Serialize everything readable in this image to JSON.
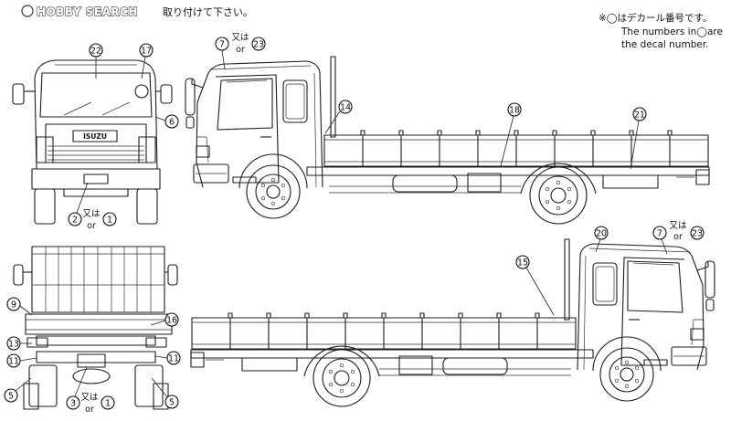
{
  "header": {
    "logo": "HOBBY SEARCH",
    "instruction": "取り付けて下さい。"
  },
  "note": {
    "jp": "※◯はデカール番号です。",
    "en_line1": "The numbers in◯are",
    "en_line2": "the decal number."
  },
  "alt": {
    "jp": "又は",
    "en": "or"
  },
  "front": {
    "grille_badge": "ISUZU"
  },
  "callouts": {
    "n1": "1",
    "n2": "2",
    "n3": "3",
    "n5": "5",
    "n6": "6",
    "n7": "7",
    "n9": "9",
    "n11": "11",
    "n13": "13",
    "n14": "14",
    "n15": "15",
    "n16": "16",
    "n17": "17",
    "n18": "18",
    "n20": "20",
    "n21": "21",
    "n22": "22",
    "n23": "23"
  }
}
